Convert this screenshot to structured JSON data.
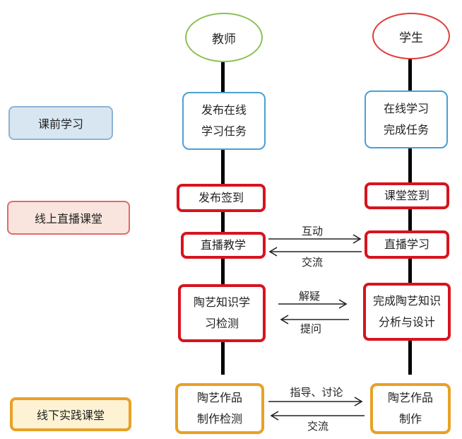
{
  "nodes": {
    "teacher": "教师",
    "student": "学生",
    "teacher_publish_task": "发布在线\n学习任务",
    "student_complete_task": "在线学习\n完成任务",
    "teacher_checkin": "发布签到",
    "student_checkin": "课堂签到",
    "teacher_live": "直播教学",
    "student_live": "直播学习",
    "teacher_test": "陶艺知识学\n习检测",
    "student_analysis": "完成陶艺知识\n分析与设计",
    "teacher_works_check": "陶艺作品\n制作检测",
    "student_works": "陶艺作品\n制作"
  },
  "stages": {
    "pre_class": "课前学习",
    "online_live": "线上直播课堂",
    "offline_practice": "线下实践课堂"
  },
  "edge_labels": {
    "interaction": "互动",
    "exchange_1": "交流",
    "answer": "解疑",
    "question": "提问",
    "guidance": "指导、讨论",
    "exchange_2": "交流"
  },
  "colors": {
    "teacher_oval": "#8cc152",
    "student_oval": "#e23b3b",
    "blue_box": "#4a9fd6",
    "red_box": "#d7141e",
    "orange_box": "#e8a126"
  }
}
